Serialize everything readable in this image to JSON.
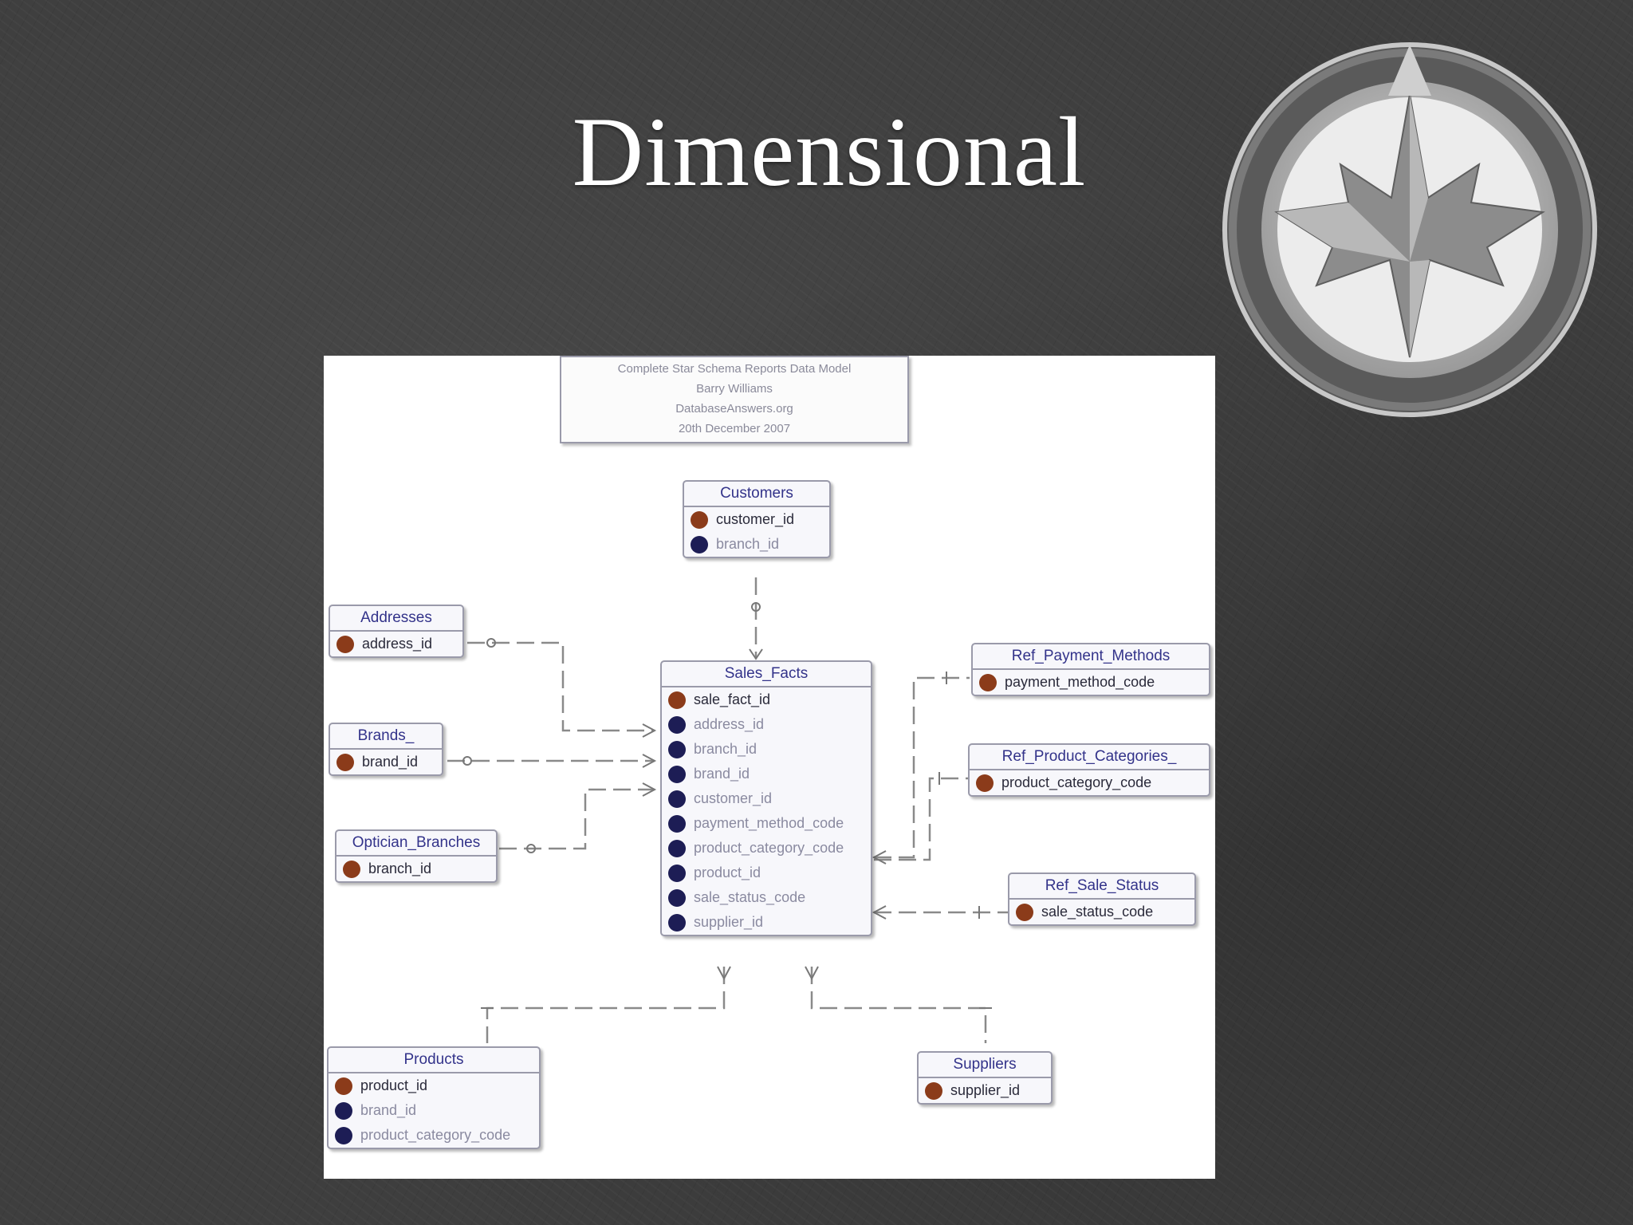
{
  "slide": {
    "title": "Dimensional"
  },
  "logo": {
    "icon": "maple-compass-logo-icon"
  },
  "diagram": {
    "note": [
      "Complete Star Schema Reports Data Model",
      "Barry Williams",
      "DatabaseAnswers.org",
      "20th December 2007"
    ],
    "tables": {
      "customers": {
        "title": "Customers",
        "fields": [
          {
            "name": "customer_id",
            "key": "PK"
          },
          {
            "name": "branch_id",
            "key": "FK"
          }
        ]
      },
      "addresses": {
        "title": "Addresses",
        "fields": [
          {
            "name": "address_id",
            "key": "PK"
          }
        ]
      },
      "brands": {
        "title": "Brands_",
        "fields": [
          {
            "name": "brand_id",
            "key": "PK"
          }
        ]
      },
      "optician_branches": {
        "title": "Optician_Branches",
        "fields": [
          {
            "name": "branch_id",
            "key": "PK"
          }
        ]
      },
      "sales_facts": {
        "title": "Sales_Facts",
        "fields": [
          {
            "name": "sale_fact_id",
            "key": "PK"
          },
          {
            "name": "address_id",
            "key": "FK"
          },
          {
            "name": "branch_id",
            "key": "FK"
          },
          {
            "name": "brand_id",
            "key": "FK"
          },
          {
            "name": "customer_id",
            "key": "FK"
          },
          {
            "name": "payment_method_code",
            "key": "FK"
          },
          {
            "name": "product_category_code",
            "key": "FK"
          },
          {
            "name": "product_id",
            "key": "FK"
          },
          {
            "name": "sale_status_code",
            "key": "FK"
          },
          {
            "name": "supplier_id",
            "key": "FK"
          }
        ]
      },
      "ref_payment_methods": {
        "title": "Ref_Payment_Methods",
        "fields": [
          {
            "name": "payment_method_code",
            "key": "PK"
          }
        ]
      },
      "ref_product_categories": {
        "title": "Ref_Product_Categories_",
        "fields": [
          {
            "name": "product_category_code",
            "key": "PK"
          }
        ]
      },
      "ref_sale_status": {
        "title": "Ref_Sale_Status",
        "fields": [
          {
            "name": "sale_status_code",
            "key": "PK"
          }
        ]
      },
      "products": {
        "title": "Products",
        "fields": [
          {
            "name": "product_id",
            "key": "PK"
          },
          {
            "name": "brand_id",
            "key": "FK"
          },
          {
            "name": "product_category_code",
            "key": "FK"
          }
        ]
      },
      "suppliers": {
        "title": "Suppliers",
        "fields": [
          {
            "name": "supplier_id",
            "key": "PK"
          }
        ]
      }
    }
  },
  "colors": {
    "background": "#3e3e3e",
    "title": "#ffffff",
    "pk_badge": "#8b3b1a",
    "fk_badge": "#1d1d55",
    "table_header": "#33338a"
  }
}
